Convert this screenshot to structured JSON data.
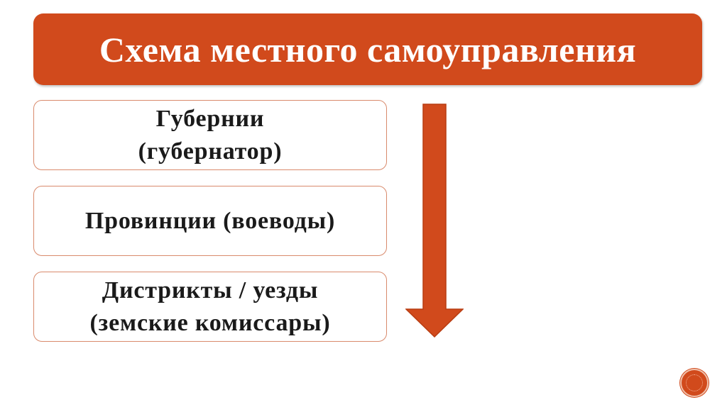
{
  "title": "Схема местного самоуправления",
  "levels": [
    {
      "line1": "Губернии",
      "line2": "(губернатор)"
    },
    {
      "line1": "Провинции (воеводы)",
      "line2": ""
    },
    {
      "line1": "Дистрикты / уезды",
      "line2": "(земские комиссары)"
    }
  ],
  "colors": {
    "accent": "#d14a1c",
    "box_border": "#d98a6c",
    "text": "#1a1a1a",
    "background": "#ffffff"
  },
  "arrow": {
    "direction": "down",
    "icon": "down-arrow-icon"
  },
  "navigation": {
    "icon": "next-slide-icon"
  }
}
